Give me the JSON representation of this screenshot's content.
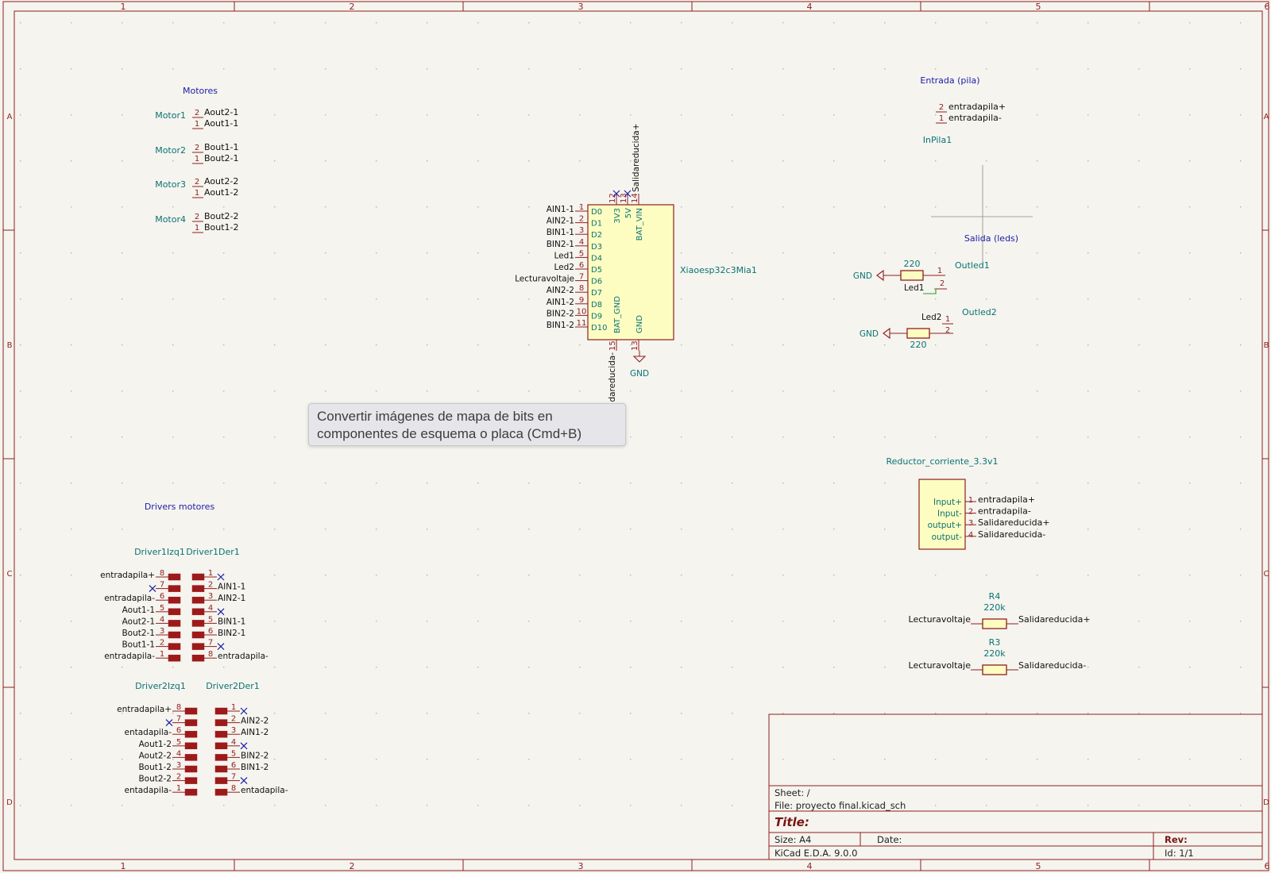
{
  "frame": {
    "columns": [
      "1",
      "2",
      "3",
      "4",
      "5",
      "6"
    ],
    "rows": [
      "A",
      "B",
      "C",
      "D"
    ]
  },
  "colors": {
    "background": "#f5f4ef",
    "frame": "#8f1e1e",
    "pin": "#8f1e1e",
    "body_fill": "#fdfdc2",
    "net_label": "#111111",
    "ref_text": "#0c7373",
    "section_title": "#1c1ca8",
    "wire": "#2e9a2e",
    "no_connect": "#2020a8"
  },
  "motores": {
    "title": "Motores",
    "motors": [
      {
        "ref": "Motor1",
        "pins": [
          {
            "num": "2",
            "net": "Aout2-1"
          },
          {
            "num": "1",
            "net": "Aout1-1"
          }
        ]
      },
      {
        "ref": "Motor2",
        "pins": [
          {
            "num": "2",
            "net": "Bout1-1"
          },
          {
            "num": "1",
            "net": "Bout2-1"
          }
        ]
      },
      {
        "ref": "Motor3",
        "pins": [
          {
            "num": "2",
            "net": "Aout2-2"
          },
          {
            "num": "1",
            "net": "Aout1-2"
          }
        ]
      },
      {
        "ref": "Motor4",
        "pins": [
          {
            "num": "2",
            "net": "Bout2-2"
          },
          {
            "num": "1",
            "net": "Bout1-2"
          }
        ]
      }
    ]
  },
  "mcu": {
    "ref": "Xiaoesp32c3Mia1",
    "left_pins": [
      {
        "num": "1",
        "name": "D0",
        "net": "AIN1-1"
      },
      {
        "num": "2",
        "name": "D1",
        "net": "AIN2-1"
      },
      {
        "num": "3",
        "name": "D2",
        "net": "BIN1-1"
      },
      {
        "num": "4",
        "name": "D3",
        "net": "BIN2-1"
      },
      {
        "num": "5",
        "name": "D4",
        "net": "Led1"
      },
      {
        "num": "6",
        "name": "D5",
        "net": "Led2"
      },
      {
        "num": "7",
        "name": "D6",
        "net": "Lecturavoltaje"
      },
      {
        "num": "8",
        "name": "D7",
        "net": "AIN2-2"
      },
      {
        "num": "9",
        "name": "D8",
        "net": "AIN1-2"
      },
      {
        "num": "10",
        "name": "D9",
        "net": "BIN2-2"
      },
      {
        "num": "11",
        "name": "D10",
        "net": "BIN1-2"
      }
    ],
    "top_pins": [
      {
        "num": "12",
        "name": "3V3"
      },
      {
        "num": "13",
        "name": "5V"
      },
      {
        "num": "14",
        "name": "BAT_VIN",
        "net": "Salidareducida+"
      }
    ],
    "bottom_pins": [
      {
        "num": "15",
        "name": "BAT_GND",
        "net": "Salidareducida-"
      },
      {
        "num": "13",
        "name": "GND",
        "net": "GND"
      }
    ],
    "top_net_visible": "Salidareducida+",
    "bottom_net_visible": "dareducida-"
  },
  "entrada": {
    "title": "Entrada (pila)",
    "ref": "InPila1",
    "pins": [
      {
        "num": "2",
        "net": "entradapila+"
      },
      {
        "num": "1",
        "net": "entradapila-"
      }
    ]
  },
  "salida": {
    "title": "Salida (leds)",
    "led1": {
      "ref": "Outled1",
      "value": "220",
      "gnd": "GND",
      "net": "Led1",
      "pin1": "1",
      "pin2": "2"
    },
    "led2": {
      "ref": "Outled2",
      "value": "220",
      "gnd": "GND",
      "net": "Led2",
      "pin1": "1",
      "pin2": "2"
    }
  },
  "reductor": {
    "ref": "Reductor_corriente_3.3v1",
    "pins": [
      {
        "num": "1",
        "name": "Input+",
        "net": "entradapila+"
      },
      {
        "num": "2",
        "name": "Input-",
        "net": "entradapila-"
      },
      {
        "num": "3",
        "name": "output+",
        "net": "Salidareducida+"
      },
      {
        "num": "4",
        "name": "output-",
        "net": "Salidareducida-"
      }
    ]
  },
  "resistors": [
    {
      "ref": "R4",
      "value": "220k",
      "left": "Lecturavoltaje",
      "right": "Salidareducida+"
    },
    {
      "ref": "R3",
      "value": "220k",
      "left": "Lecturavoltaje",
      "right": "Salidareducida-"
    }
  ],
  "drivers": {
    "title": "Drivers motores",
    "groups": [
      {
        "left_ref": "Driver1Izq1",
        "right_ref": "Driver1Der1",
        "left_rows": [
          {
            "num": "8",
            "net": "entradapila+"
          },
          {
            "num": "7",
            "net": ""
          },
          {
            "num": "6",
            "net": "entradapila-"
          },
          {
            "num": "5",
            "net": "Aout1-1"
          },
          {
            "num": "4",
            "net": "Aout2-1"
          },
          {
            "num": "3",
            "net": "Bout2-1"
          },
          {
            "num": "2",
            "net": "Bout1-1"
          },
          {
            "num": "1",
            "net": "entradapila-"
          }
        ],
        "right_rows": [
          {
            "num": "1",
            "net": ""
          },
          {
            "num": "2",
            "net": "AIN1-1"
          },
          {
            "num": "3",
            "net": "AIN2-1"
          },
          {
            "num": "4",
            "net": ""
          },
          {
            "num": "5",
            "net": "BIN1-1"
          },
          {
            "num": "6",
            "net": "BIN2-1"
          },
          {
            "num": "7",
            "net": ""
          },
          {
            "num": "8",
            "net": "entradapila-"
          }
        ]
      },
      {
        "left_ref": "Driver2Izq1",
        "right_ref": "Driver2Der1",
        "left_rows": [
          {
            "num": "8",
            "net": "entradapila+"
          },
          {
            "num": "7",
            "net": ""
          },
          {
            "num": "6",
            "net": "entadapila-"
          },
          {
            "num": "5",
            "net": "Aout1-2"
          },
          {
            "num": "4",
            "net": "Aout2-2"
          },
          {
            "num": "3",
            "net": "Bout1-2"
          },
          {
            "num": "2",
            "net": "Bout2-2"
          },
          {
            "num": "1",
            "net": "entadapila-"
          }
        ],
        "right_rows": [
          {
            "num": "1",
            "net": ""
          },
          {
            "num": "2",
            "net": "AIN2-2"
          },
          {
            "num": "3",
            "net": "AIN1-2"
          },
          {
            "num": "4",
            "net": ""
          },
          {
            "num": "5",
            "net": "BIN2-2"
          },
          {
            "num": "6",
            "net": "BIN1-2"
          },
          {
            "num": "7",
            "net": ""
          },
          {
            "num": "8",
            "net": "entadapila-"
          }
        ]
      }
    ]
  },
  "title_block": {
    "sheet": "Sheet: /",
    "file": "File: proyecto final.kicad_sch",
    "title": "Title:",
    "size": "Size: A4",
    "date": "Date:",
    "rev": "Rev:",
    "tool": "KiCad E.D.A. 9.0.0",
    "id": "Id: 1/1"
  },
  "tooltip": {
    "line1": "Convertir imágenes de mapa de bits en",
    "line2": "componentes de esquema o placa  (Cmd+B)"
  }
}
